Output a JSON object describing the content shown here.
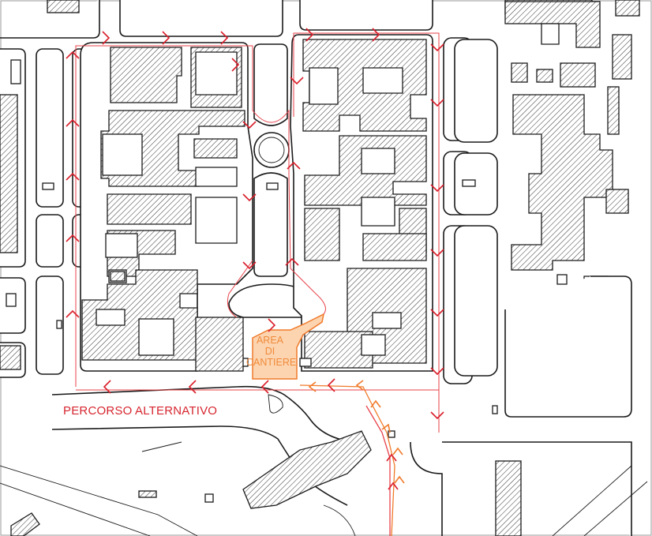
{
  "map": {
    "alternative_route_label": "PERCORSO ALTERNATIVO",
    "construction_area_label": [
      "AREA",
      "DI",
      "CANTIERE"
    ],
    "colors": {
      "background": "#ffffff",
      "building_stroke": "#1a1a1a",
      "alternative_route": "#d91e2a",
      "construction_area_fill": "#fcd4b0",
      "construction_area_stroke": "#f07a2a",
      "original_route": "#f07a2a"
    },
    "symbols": {
      "direction_marker": "chevron-icon",
      "building_fill": "diagonal-hatch"
    }
  }
}
